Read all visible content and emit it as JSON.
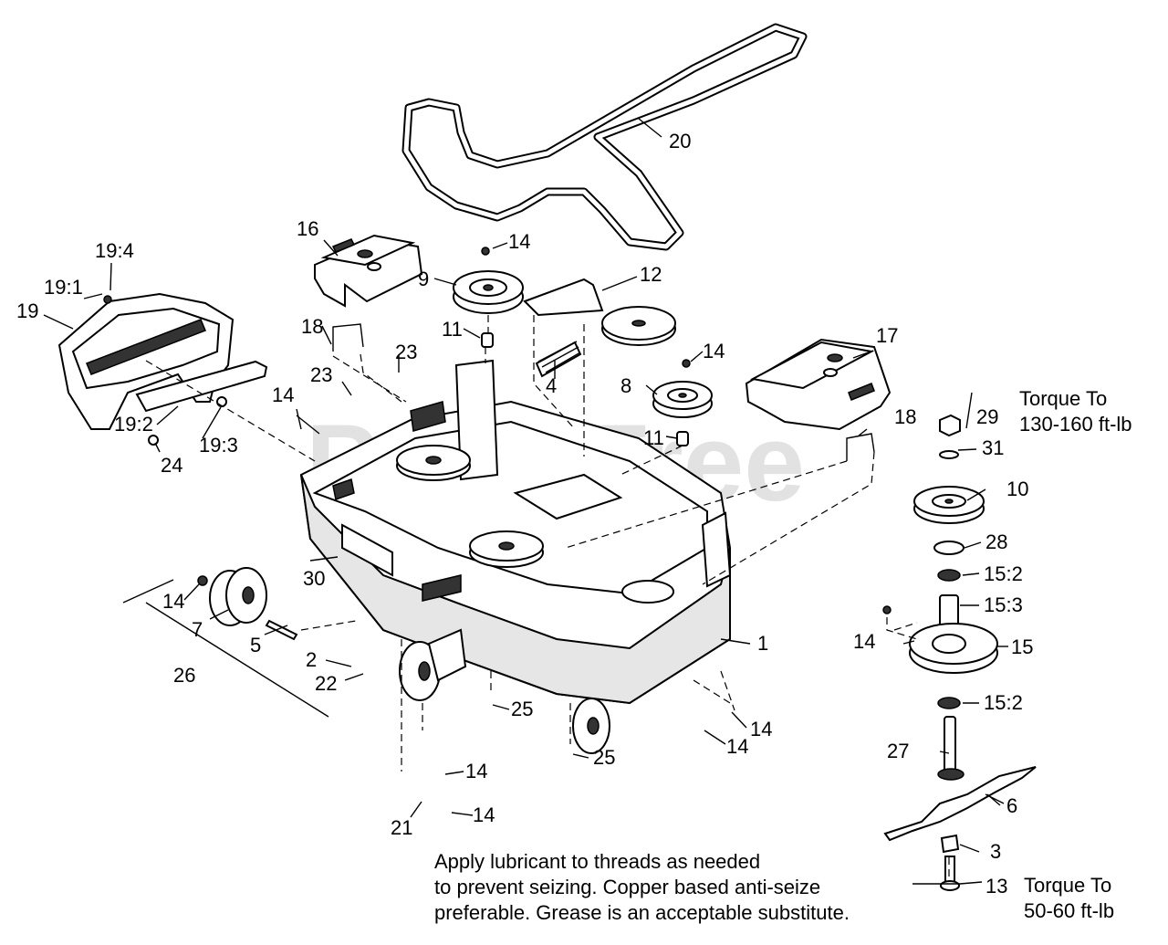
{
  "watermark": "PartsTree",
  "callouts": {
    "c1": "1",
    "c2": "2",
    "c3": "3",
    "c4": "4",
    "c5": "5",
    "c6": "6",
    "c7": "7",
    "c8": "8",
    "c9": "9",
    "c10": "10",
    "c11a": "11",
    "c11b": "11",
    "c12": "12",
    "c13": "13",
    "c14a": "14",
    "c14b": "14",
    "c14c": "14",
    "c14d": "14",
    "c14e": "14",
    "c14f": "14",
    "c14g": "14",
    "c14h": "14",
    "c14i": "14",
    "c15": "15",
    "c15_2a": "15:2",
    "c15_3": "15:3",
    "c15_2b": "15:2",
    "c16": "16",
    "c17": "17",
    "c18a": "18",
    "c18b": "18",
    "c19": "19",
    "c19_1": "19:1",
    "c19_2": "19:2",
    "c19_3": "19:3",
    "c19_4": "19:4",
    "c20": "20",
    "c21": "21",
    "c22": "22",
    "c23a": "23",
    "c23b": "23",
    "c24": "24",
    "c25a": "25",
    "c25b": "25",
    "c26": "26",
    "c27": "27",
    "c28": "28",
    "c29": "29",
    "c30": "30",
    "c31": "31"
  },
  "torque_top": {
    "line1": "Torque To",
    "line2": "130-160 ft-lb"
  },
  "torque_bottom": {
    "line1": "Torque To",
    "line2": "50-60 ft-lb"
  },
  "note": {
    "line1": "Apply lubricant to threads as needed",
    "line2": "to prevent seizing. Copper based anti-seize",
    "line3": "preferable. Grease is an acceptable substitute."
  }
}
